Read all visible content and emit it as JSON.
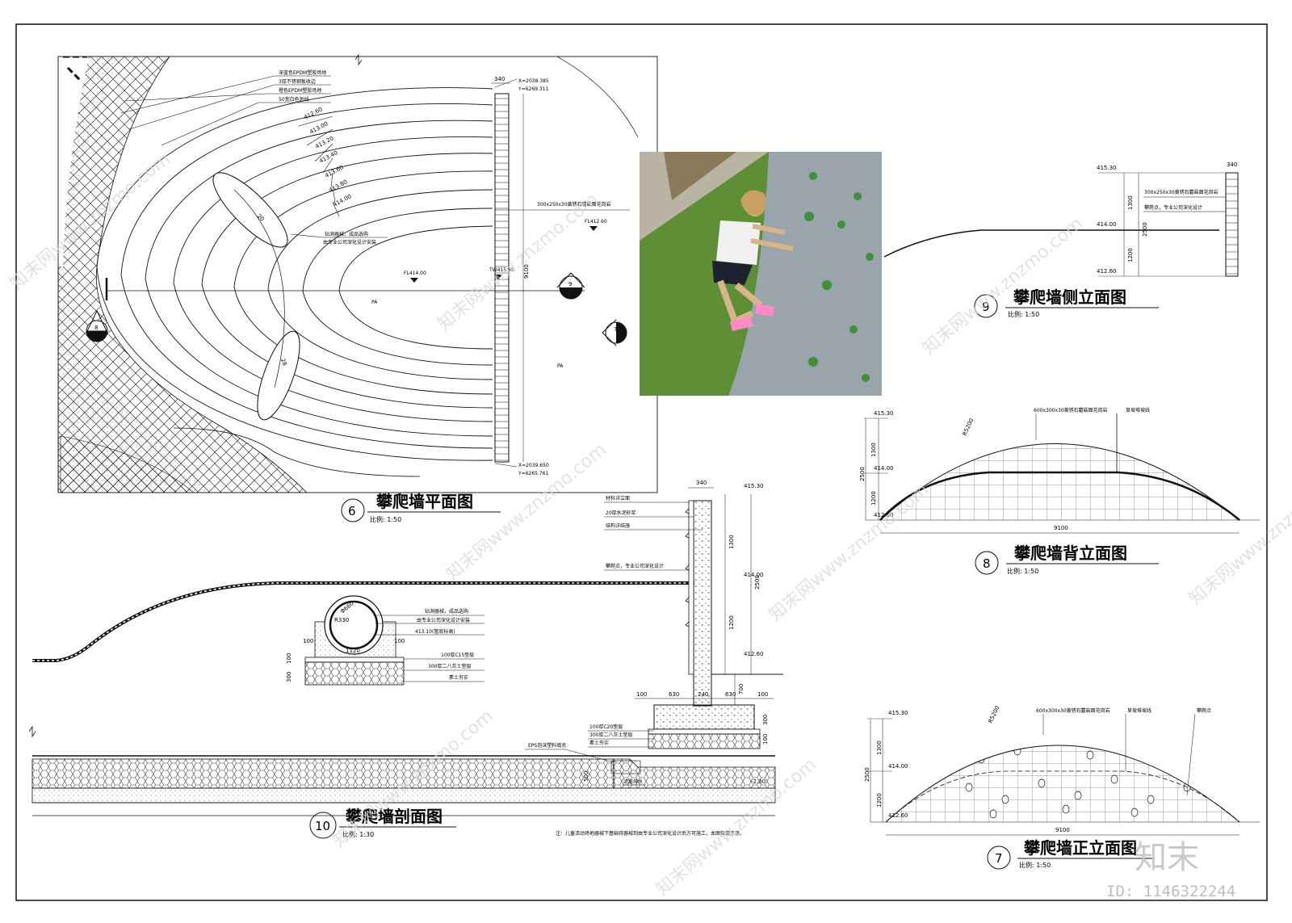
{
  "drawings": {
    "plan": {
      "number": "6",
      "title": "攀爬墙平面图",
      "scale": "比例:  1:50",
      "callouts": [
        "深蓝色EPDM塑胶场地",
        "3厚不锈钢板收边",
        "橙色EPDM塑胶场地",
        "50宽白色划线"
      ],
      "contours": [
        "412.60",
        "413.00",
        "413.20",
        "413.40",
        "413.60",
        "413.80",
        "414.00"
      ],
      "tunnel_note_1": "钻洞器械，成品选购",
      "tunnel_note_2": "由专业公司深化设计安装",
      "wall_note": "300x250x30黄锈石蘑菇面花岗岩",
      "coord_top_x": "X=2038.385",
      "coord_top_y": "Y=6269.311",
      "coord_bot_x": "X=2039.650",
      "coord_bot_y": "Y=6265.761",
      "fl_center": "FL414.00",
      "fl_wall": "TW415.30",
      "fl_right": "FL412.60",
      "dim_width": "340",
      "dim_len": "9100",
      "pa": "PA",
      "sec_8": "8",
      "sec_9": "9",
      "sec_7": "7",
      "r20": "20",
      "r28": "28"
    },
    "side": {
      "number": "9",
      "title": "攀爬墙侧立面图",
      "scale": "比例:  1:50",
      "wall_note": "300x250x30黄锈石蘑菇面花岗岩",
      "hold_note": "攀爬点，专业公司深化设计",
      "elev_top": "415.30",
      "elev_mid": "414.00",
      "elev_bot": "412.60",
      "dim_top": "1300",
      "dim_total": "2500",
      "dim_bot": "1200",
      "dim_width": "340"
    },
    "back": {
      "number": "8",
      "title": "攀爬墙背立面图",
      "scale": "比例:  1:50",
      "wall_note": "600x300x30黄锈石蘑菇面花岗岩",
      "edge_note": "草坡堆坡线",
      "elev_top": "415.30",
      "elev_mid": "414.00",
      "elev_bot": "412.60",
      "dim_top": "1300",
      "dim_total": "2500",
      "dim_bot": "1200",
      "dim_len": "9100",
      "r_label": "R5200"
    },
    "front": {
      "number": "7",
      "title": "攀爬墙正立面图",
      "scale": "比例:  1:50",
      "wall_note": "600x300x30黄锈石蘑菇面花岗岩",
      "edge_note": "草坡堆坡线",
      "hold_note": "攀爬点",
      "elev_top": "415.30",
      "elev_mid": "414.00",
      "elev_bot": "412.60",
      "dim_top": "1300",
      "dim_total": "2500",
      "dim_bot": "1200",
      "dim_len": "9100",
      "r_label": "R5200"
    },
    "section": {
      "number": "10",
      "title": "攀爬墙剖面图",
      "scale": "比例:  1:30",
      "layer_notes": [
        "材料详立面",
        "20厚水泥砂浆",
        "结构详结施"
      ],
      "hold_note": "攀爬点，专业公司深化设计",
      "tunnel_notes": [
        "钻洞器械，成品选购",
        "由专业公司深化设计安装",
        "413.10(管底标高)"
      ],
      "base_notes": [
        "100厚C15垫层",
        "300厚二八灰土垫层",
        "素土夯实"
      ],
      "footing_notes": [
        "100厚C20垫层",
        "300厚二八灰土垫层",
        "素土夯实"
      ],
      "eps_note": "EPS泡沫塑料填充",
      "drain_note": "滤层排水",
      "elev_top": "415.30",
      "elev_mid": "414.00",
      "elev_low": "412.60",
      "elev_ground": "-2.30",
      "dim_wall": "340",
      "dim_1300": "1300",
      "dim_2500": "2500",
      "dim_1200": "1200",
      "dim_700": "700",
      "dim_100a": "100",
      "dim_630a": "630",
      "dim_240": "240",
      "dim_630b": "630",
      "dim_100b": "100",
      "dim_300": "300",
      "dim_500": "500",
      "dim_100c": "100",
      "pipe_r": "R330",
      "pipe_d": "Φ660",
      "pipe_100a": "100",
      "pipe_100b": "100",
      "pipe_1120": "1120",
      "pipe_300": "300",
      "pipe_100c": "100",
      "note": "注：儿童活动场地器械下基础待器械到由专业公司深化设计后方可施工，本图仅做示意。"
    }
  },
  "watermark": "知末网www.znzmo.com",
  "brand": "知末",
  "id_text": "ID: 1146322244"
}
